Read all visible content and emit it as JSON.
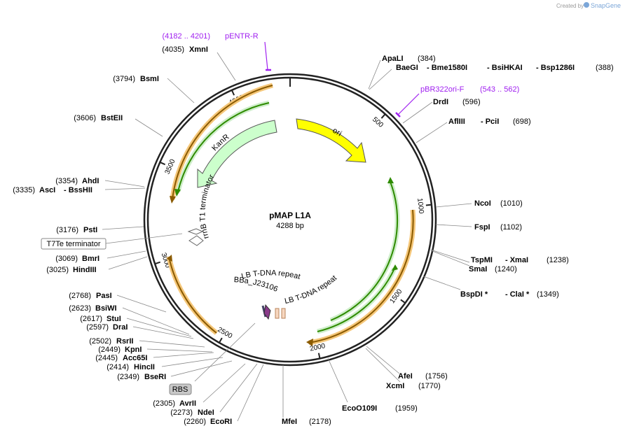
{
  "branding": {
    "created_by": "Created by",
    "brand": "SnapGene"
  },
  "plasmid": {
    "name": "pMAP L1A",
    "length": "4288 bp"
  },
  "ticks": [
    {
      "pos": 500,
      "label": "500"
    },
    {
      "pos": 1000,
      "label": "1000"
    },
    {
      "pos": 1500,
      "label": "1500"
    },
    {
      "pos": 2000,
      "label": "2000"
    },
    {
      "pos": 2500,
      "label": "2500"
    },
    {
      "pos": 3000,
      "label": "3000"
    },
    {
      "pos": 3500,
      "label": "3500"
    },
    {
      "pos": 4000,
      "label": "4000"
    }
  ],
  "primers": [
    {
      "range": "(4182 .. 4201)",
      "name": "pENTR-R"
    },
    {
      "name": "pBR322ori-F",
      "range": "(543 .. 562)"
    }
  ],
  "sites": {
    "xmni": {
      "pos": "(4035)",
      "name": "XmnI"
    },
    "bsmi": {
      "pos": "(3794)",
      "name": "BsmI"
    },
    "bsteii": {
      "pos": "(3606)",
      "name": "BstEII"
    },
    "ahdi": {
      "pos": "(3354)",
      "name": "AhdI"
    },
    "asci": {
      "pos": "(3335)",
      "name": "AscI",
      "name2": "- BssHII"
    },
    "psti": {
      "pos": "(3176)",
      "name": "PstI"
    },
    "bmri": {
      "pos": "(3069)",
      "name": "BmrI"
    },
    "hindiii": {
      "pos": "(3025)",
      "name": "HindIII"
    },
    "pasi": {
      "pos": "(2768)",
      "name": "PasI"
    },
    "bsiwi": {
      "pos": "(2623)",
      "name": "BsiWI"
    },
    "stui": {
      "pos": "(2617)",
      "name": "StuI"
    },
    "drai": {
      "pos": "(2597)",
      "name": "DraI"
    },
    "rsrii": {
      "pos": "(2502)",
      "name": "RsrII"
    },
    "kpni": {
      "pos": "(2449)",
      "name": "KpnI"
    },
    "acc65i": {
      "pos": "(2445)",
      "name": "Acc65I"
    },
    "hincii": {
      "pos": "(2414)",
      "name": "HincII"
    },
    "bseri": {
      "pos": "(2349)",
      "name": "BseRI"
    },
    "avrii": {
      "pos": "(2305)",
      "name": "AvrII"
    },
    "ndei": {
      "pos": "(2273)",
      "name": "NdeI"
    },
    "ecori": {
      "pos": "(2260)",
      "name": "EcoRI"
    },
    "mfei": {
      "name": "MfeI",
      "pos": "(2178)"
    },
    "eco0109i": {
      "name": "EcoO109I",
      "pos": "(1959)"
    },
    "xcmi": {
      "name": "XcmI",
      "pos": "(1770)"
    },
    "afei": {
      "name": "AfeI",
      "pos": "(1756)"
    },
    "bspdi": {
      "name": "BspDI *",
      "name2": "- ClaI *",
      "pos": "(1349)"
    },
    "smai": {
      "name": "SmaI",
      "pos": "(1240)"
    },
    "tspmi": {
      "name": "TspMI",
      "name2": "- XmaI",
      "pos": "(1238)"
    },
    "fspi": {
      "name": "FspI",
      "pos": "(1102)"
    },
    "ncoi": {
      "name": "NcoI",
      "pos": "(1010)"
    },
    "afliii": {
      "name": "AflIII",
      "name2": "- PciI",
      "pos": "(698)"
    },
    "drdi": {
      "name": "DrdI",
      "pos": "(596)"
    },
    "baegi": {
      "name": "BaeGI",
      "name2": "- Bme1580I",
      "name3": "- BsiHKAI",
      "name4": "- Bsp1286I",
      "pos": "(388)"
    },
    "apali": {
      "name": "ApaLI",
      "pos": "(384)"
    }
  },
  "features": {
    "ori": "ori",
    "kanr": "KanR",
    "rrnb": "rrnB T1 terminator",
    "t7te": "T7Te terminator",
    "rbs": "RBS",
    "bba": "BBa_J23106",
    "lb1": "LB T-DNA repeat",
    "lb2": "LB T-DNA repeat"
  },
  "colors": {
    "ori": "#ffff00",
    "kanr": "#ccffcc",
    "orange_band": "#f5c77a",
    "green_band": "#cfeecb",
    "green_line": "#2e8b00",
    "orange_line": "#8a5a00",
    "primer": "#a020f0",
    "backbone": "#222222"
  }
}
